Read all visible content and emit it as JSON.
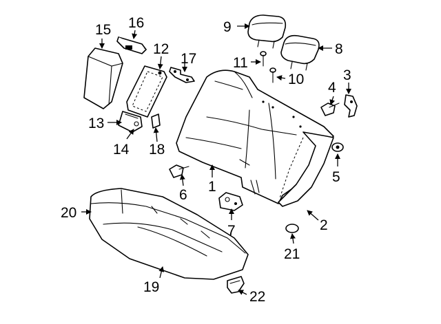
{
  "diagram": {
    "callouts": {
      "c1": "1",
      "c2": "2",
      "c3": "3",
      "c4": "4",
      "c5": "5",
      "c6": "6",
      "c7": "7",
      "c8": "8",
      "c9": "9",
      "c10": "10",
      "c11": "11",
      "c12": "12",
      "c13": "13",
      "c14": "14",
      "c15": "15",
      "c16": "16",
      "c17": "17",
      "c18": "18",
      "c19": "19",
      "c20": "20",
      "c21": "21",
      "c22": "22"
    },
    "colors": {
      "line": "#000000",
      "background": "#ffffff"
    }
  }
}
